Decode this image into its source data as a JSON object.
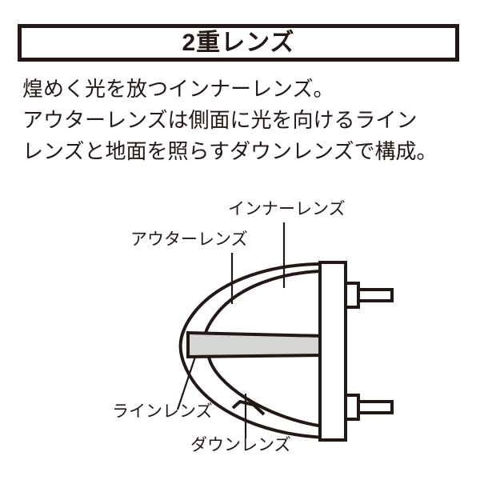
{
  "title": {
    "text": "2重レンズ"
  },
  "body": {
    "lines": [
      "煌めく光を放つインナーレンズ。",
      "アウターレンズは側面に光を向けるライン",
      "レンズと地面を照らすダウンレンズで構成。"
    ]
  },
  "diagram": {
    "labels": {
      "inner_lens": "インナーレンズ",
      "outer_lens": "アウターレンズ",
      "line_lens": "ラインレンズ",
      "down_lens": "ダウンレンズ"
    }
  },
  "colors": {
    "ink": "#231815",
    "background": "#ffffff",
    "line_lens_fill": "#d5d5d5"
  }
}
